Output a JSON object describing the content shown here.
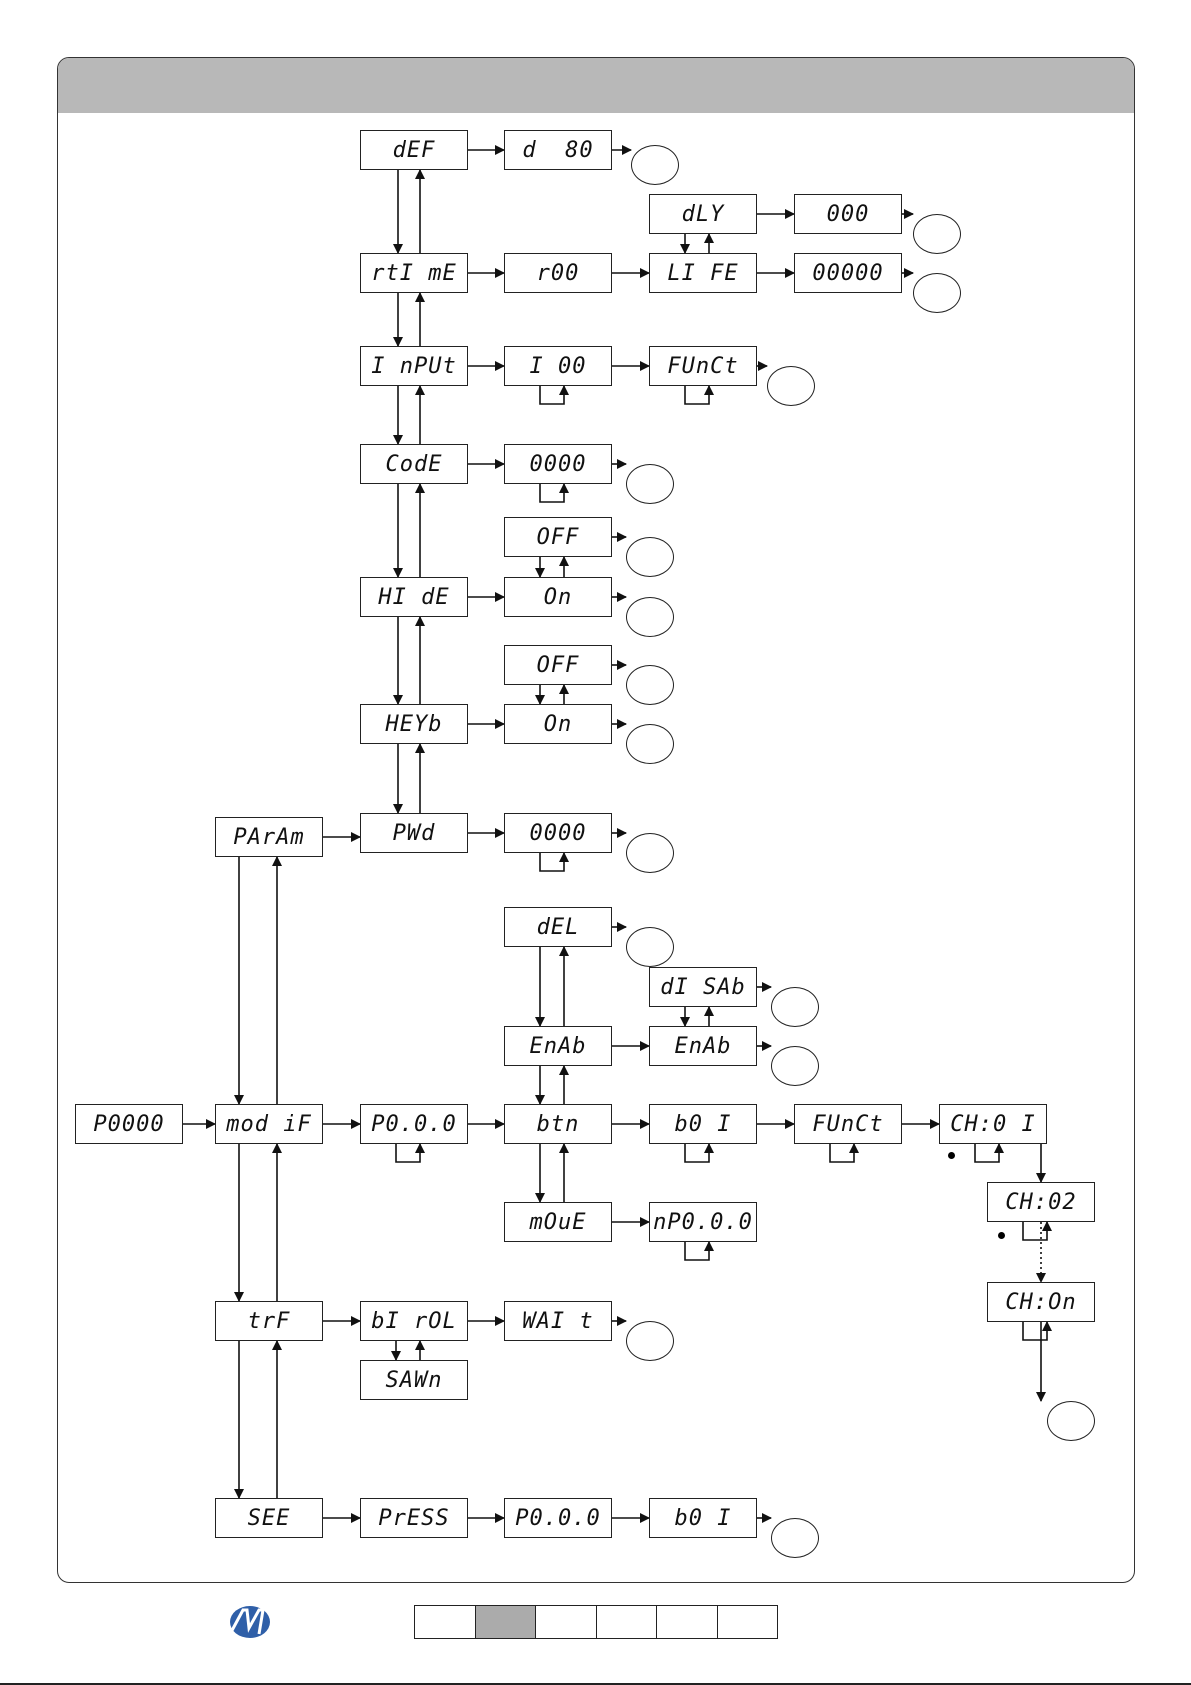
{
  "colors": {
    "header": "#b8b8b8",
    "line": "#222222",
    "active_page": "#ababab",
    "logo": "#2f5fa8"
  },
  "boxes": {
    "p0000": "P0000",
    "param": "PArAm",
    "modif": "mod iF",
    "trf": "trF",
    "see": "SEE",
    "def": "dEF",
    "d80": "d  80",
    "rtime": "rtI mE",
    "r00": "r00",
    "dly": "dLY",
    "dly_val": "000",
    "life": "LI FE",
    "life_val": "00000",
    "input": "I nPUt",
    "i00": "I 00",
    "funct_in": "FUnCt",
    "code": "CodE",
    "code_val": "0000",
    "hide": "HI dE",
    "hide_off": "OFF",
    "hide_on": "On",
    "keyb": "HEYb",
    "keyb_off": "OFF",
    "keyb_on": "On",
    "pwd": "PWd",
    "pwd_val": "0000",
    "p000_mod": "P0.0.0",
    "del": "dEL",
    "disab": "dI SAb",
    "enab": "EnAb",
    "enab2": "EnAb",
    "btn": "btn",
    "move": "mOuE",
    "np000": "nP0.0.0",
    "b01": "b0 I",
    "funct_b": "FUnCt",
    "ch01": "CH:0 I",
    "ch02": "CH:02",
    "chon": "CH:On",
    "birol": "bI rOL",
    "wait": "WAI t",
    "sawn": "SAWn",
    "press": "PrESS",
    "p000_see": "P0.0.0",
    "b01_see": "b0 I"
  },
  "footer": {
    "logo_text": "AM",
    "pager_count": 6,
    "pager_active": 2
  }
}
